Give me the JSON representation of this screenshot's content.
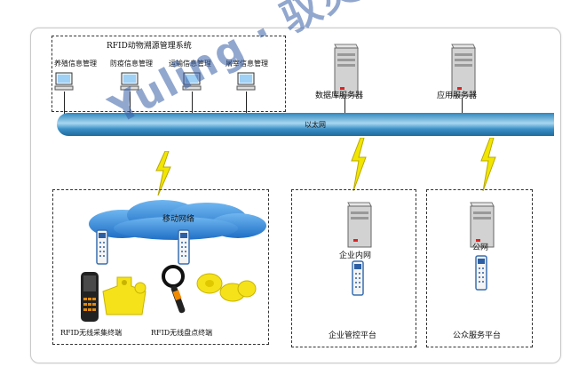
{
  "system_title": "RFID动物溯源管理系统",
  "modules": [
    "养殖信息管理",
    "防疫信息管理",
    "运输信息管理",
    "屠宰信息管理"
  ],
  "db_server": "数据库服务器",
  "app_server": "应用服务器",
  "bus_label": "以太网",
  "mobile_network": "移动网络",
  "intranet": "企业内网",
  "public_network": "公网",
  "terminal_collect": "RFID无线采集终端",
  "terminal_inventory": "RFID无线盘点终端",
  "platform_enterprise": "企业管控平台",
  "platform_public": "公众服务平台",
  "watermark": "Yuling · 驭灵科技",
  "colors": {
    "bus": "#3a8fc6",
    "cloud": "#2a7fd0",
    "bolt": "#f2e600",
    "tag": "#f5e21a"
  }
}
